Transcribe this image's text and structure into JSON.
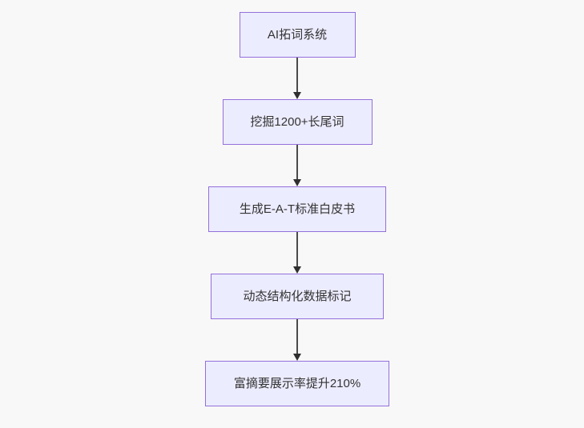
{
  "page": {
    "background_color": "#f8f8f8"
  },
  "flowchart": {
    "type": "flowchart",
    "direction": "top-down",
    "node_fill_color": "#ECECFF",
    "node_border_color": "#9370DB",
    "node_text_color": "#333333",
    "arrow_color": "#2f2f2f",
    "nodes": [
      {
        "id": "A",
        "label": "AI拓词系统"
      },
      {
        "id": "B",
        "label": "挖掘1200+长尾词"
      },
      {
        "id": "C",
        "label": "生成E-A-T标准白皮书"
      },
      {
        "id": "D",
        "label": "动态结构化数据标记"
      },
      {
        "id": "E",
        "label": "富摘要展示率提升210%"
      }
    ],
    "edges": [
      {
        "from": "A",
        "to": "B"
      },
      {
        "from": "B",
        "to": "C"
      },
      {
        "from": "C",
        "to": "D"
      },
      {
        "from": "D",
        "to": "E"
      }
    ]
  }
}
